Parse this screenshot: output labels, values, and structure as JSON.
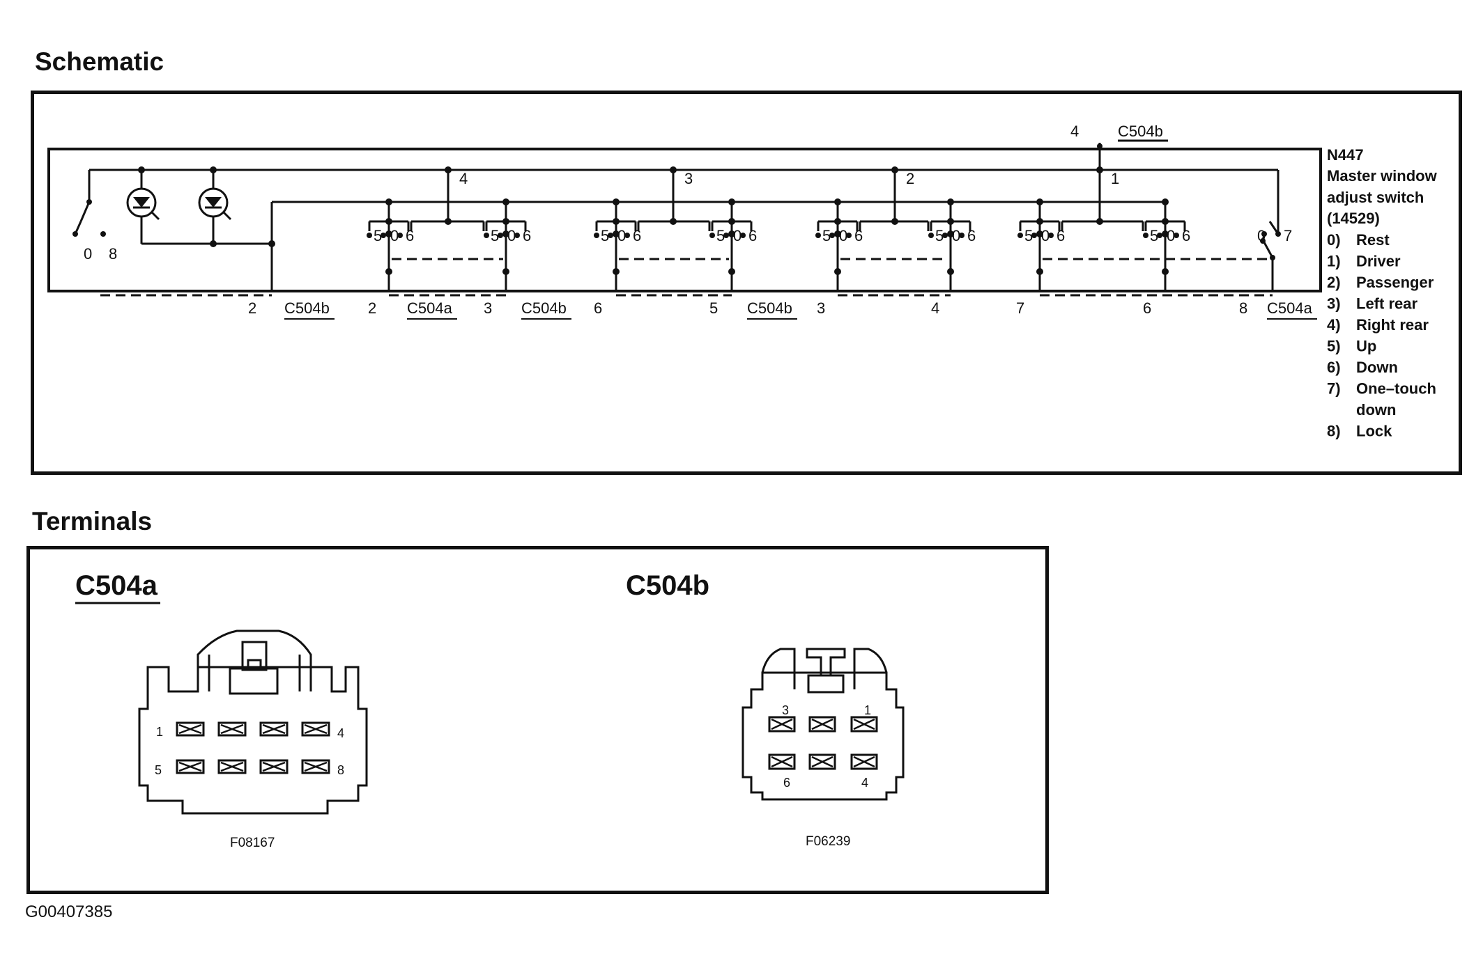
{
  "headings": {
    "schematic": "Schematic",
    "terminals": "Terminals"
  },
  "component": {
    "id": "N447",
    "name_line1": "Master window",
    "name_line2": "adjust switch",
    "part_no": "(14529)"
  },
  "legend": [
    {
      "num": "0)",
      "label": "Rest"
    },
    {
      "num": "1)",
      "label": "Driver"
    },
    {
      "num": "2)",
      "label": "Passenger"
    },
    {
      "num": "3)",
      "label": "Left rear"
    },
    {
      "num": "4)",
      "label": "Right rear"
    },
    {
      "num": "5)",
      "label": "Up"
    },
    {
      "num": "6)",
      "label": "Down"
    },
    {
      "num": "7)",
      "label": "One–touch"
    },
    {
      "num": "",
      "label": "down"
    },
    {
      "num": "8)",
      "label": "Lock"
    }
  ],
  "schematic": {
    "top_pin": "4",
    "top_connector": "C504b",
    "bus_labels": [
      "4",
      "3",
      "2",
      "1"
    ],
    "switch_left": {
      "pos_a": "0",
      "pos_b": "8"
    },
    "switch_right": {
      "pos_a": "0",
      "pos_b": "7"
    },
    "group_contacts": {
      "up": "5",
      "rest": "0",
      "down": "6"
    },
    "pins_bottom": [
      {
        "pin": "2",
        "connector": "C504b"
      },
      {
        "pin": "2",
        "connector": "C504a"
      },
      {
        "pin": "3",
        "connector": "C504b"
      },
      {
        "pin": "6",
        "connector": ""
      },
      {
        "pin": "5",
        "connector": "C504b"
      },
      {
        "pin": "3",
        "connector": ""
      },
      {
        "pin": "4",
        "connector": ""
      },
      {
        "pin": "7",
        "connector": ""
      },
      {
        "pin": "6",
        "connector": ""
      },
      {
        "pin": "8",
        "connector": "C504a"
      }
    ]
  },
  "connectors": {
    "c504a": {
      "title": "C504a",
      "code": "F08167",
      "pin_labels": {
        "top_left": "1",
        "top_right": "4",
        "bottom_left": "5",
        "bottom_right": "8"
      }
    },
    "c504b": {
      "title": "C504b",
      "code": "F06239",
      "pin_labels": {
        "top_left": "3",
        "top_right": "1",
        "bottom_left": "6",
        "bottom_right": "4"
      }
    }
  },
  "figure_id": "G00407385"
}
